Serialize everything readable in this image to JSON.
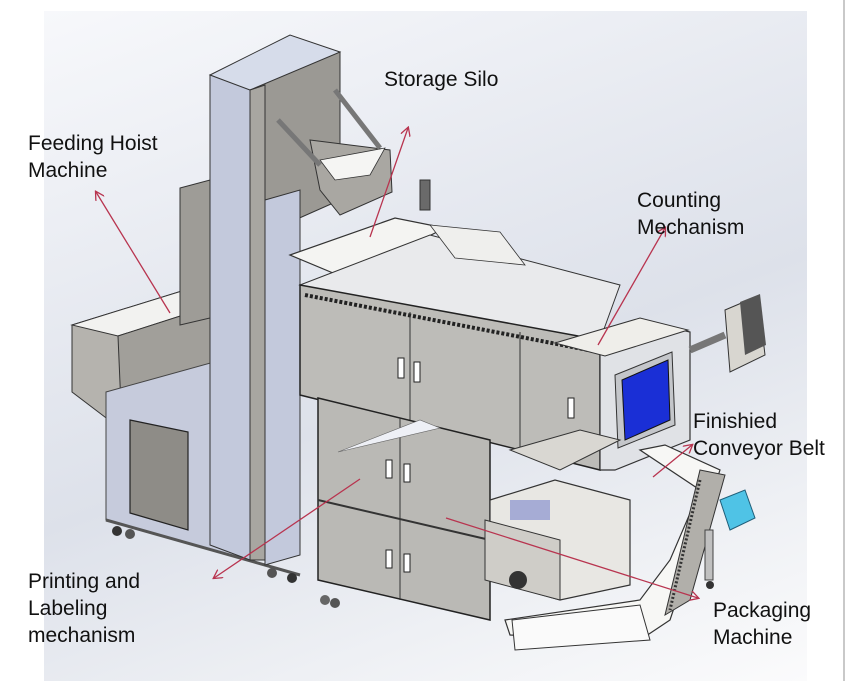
{
  "figure": {
    "type": "annotated CAD rendering",
    "subject": "automatic counting and packaging production line",
    "arrow_color": "#b8344f",
    "accent_colors": {
      "window_blue": "#1a2fd6",
      "motor_blue": "#4fc3e6",
      "panel_gray": "#a9a8a4",
      "frame_light": "#e4e6ea"
    }
  },
  "labels": {
    "storage_silo": "Storage Silo",
    "feeding_hoist_line1": "Feeding Hoist",
    "feeding_hoist_line2": "Machine",
    "counting_line1": "Counting",
    "counting_line2": "Mechanism",
    "conveyor_line1": "Finishied",
    "conveyor_line2": "Conveyor Belt",
    "printing_line1": "Printing and",
    "printing_line2": "Labeling",
    "printing_line3": "mechanism",
    "packaging_line1": "Packaging",
    "packaging_line2": "Machine"
  }
}
